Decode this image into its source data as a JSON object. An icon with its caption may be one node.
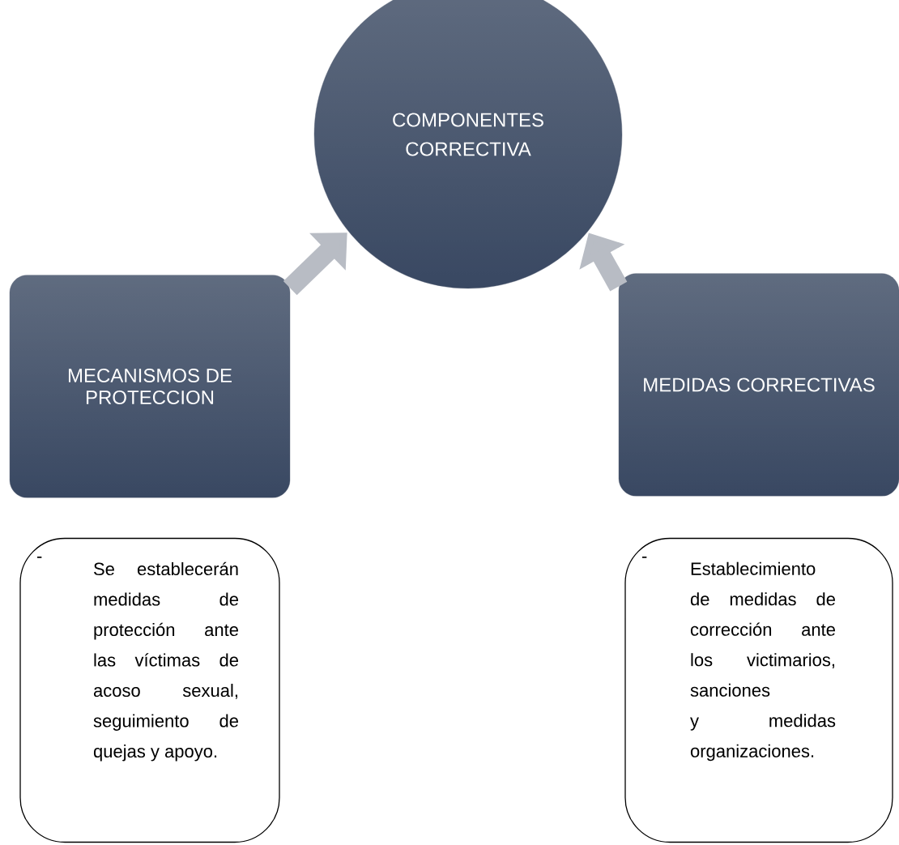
{
  "diagram": {
    "nodes": [
      {
        "text": [
          "COMPONENTES CORRECTIVA"
        ]
      },
      {
        "text": [
          "MECANISMOS DE PROTECCION"
        ]
      },
      {
        "text": [
          "MEDIDAS CORRECTIVAS"
        ]
      },
      {
        "text": [
          "-",
          "Se establecerán medidas de protección ante las víctimas de acoso sexual, seguimiento de quejas y apoyo."
        ]
      },
      {
        "text": [
          "-",
          "Establecimiento de medidas de corrección ante los victimarios, sanciones y medidas organizaciones."
        ]
      }
    ],
    "edges": [
      {
        "from": 1,
        "to": 0,
        "arrow": "to"
      },
      {
        "from": 2,
        "to": 0,
        "arrow": "to"
      }
    ]
  }
}
